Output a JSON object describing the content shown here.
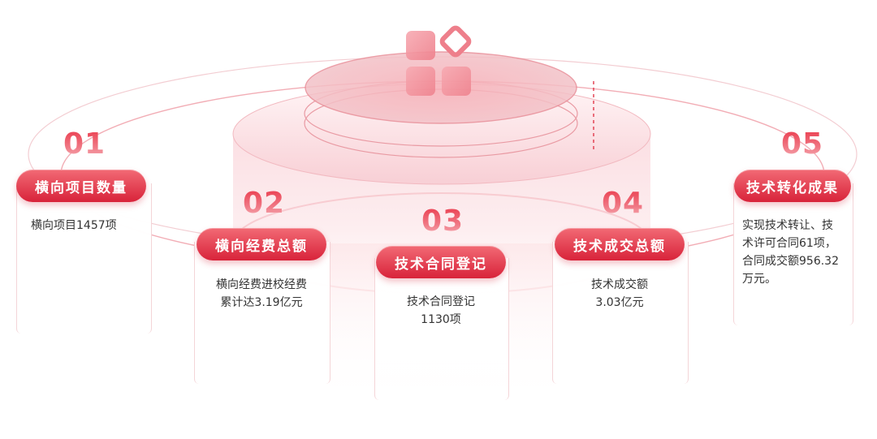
{
  "items": [
    {
      "number": "01",
      "title": "横向项目数量",
      "description": "横向项目1457项"
    },
    {
      "number": "02",
      "title": "横向经费总额",
      "description": "横向经费进校经费\n累计达3.19亿元"
    },
    {
      "number": "03",
      "title": "技术合同登记",
      "description": "技术合同登记\n1130项"
    },
    {
      "number": "04",
      "title": "技术成交总额",
      "description": "技术成交额\n3.03亿元"
    },
    {
      "number": "05",
      "title": "技术转化成果",
      "description": "实现技术转让、技\n术许可合同61项，\n合同成交额956.32\n万元。"
    }
  ],
  "colors": {
    "accent": "#d8233a",
    "accent_light": "#f26a75",
    "pale": "#fbe3e6"
  },
  "icons": {
    "logo": "four-blocks-diamond-icon"
  }
}
